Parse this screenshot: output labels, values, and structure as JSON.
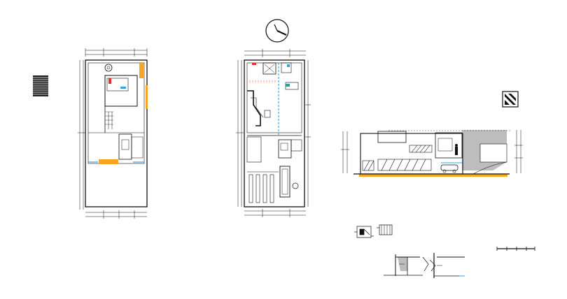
{
  "drawing": {
    "colors": {
      "background": "#ffffff",
      "line": "#111111",
      "accent_orange": "#f5a623",
      "accent_blue": "#3aa0e0",
      "accent_red": "#e03030",
      "accent_teal": "#2aa198",
      "shadow_gray": "#bdbdbd"
    },
    "icons": {
      "north_arrow": "north-arrow-icon",
      "hatched_legend": "hatched-legend-icon",
      "logo": "logo-mark-icon",
      "scale_bar": "scale-bar-icon"
    },
    "plans": {
      "ground_floor": {
        "element": "floor-plan-ground"
      },
      "upper_floor": {
        "element": "floor-plan-upper"
      }
    },
    "elevation": {
      "element": "front-elevation"
    },
    "details": [
      "detail-a",
      "detail-b",
      "section-detail-1",
      "section-detail-2"
    ]
  }
}
